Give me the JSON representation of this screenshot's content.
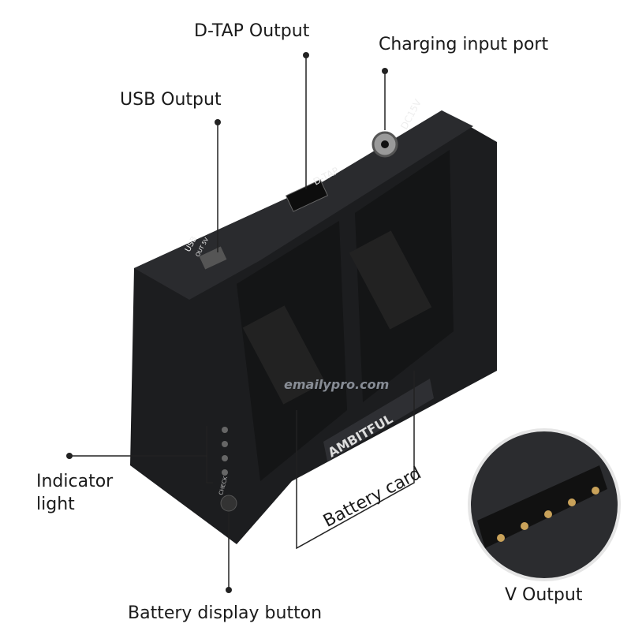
{
  "callouts": {
    "dtap": "D-TAP Output",
    "charging": "Charging input port",
    "usb": "USB Output",
    "indicator_line1": "Indicator",
    "indicator_line2": "light",
    "battery_card": "Battery card",
    "v_output": "V Output",
    "display_button": "Battery display button"
  },
  "device_markings": {
    "brand": "AMBITFUL",
    "dc": "DC15V",
    "dtap": "D-TAP",
    "usb": "USB",
    "usb_sub": "OUT 5V",
    "check": "CHECK"
  },
  "watermark": "emailypro.com",
  "colors": {
    "device_body": "#1c1d1f",
    "label_text": "#1a1a1a",
    "callout_line": "#222222",
    "pin_gold": "#c9a25a"
  }
}
